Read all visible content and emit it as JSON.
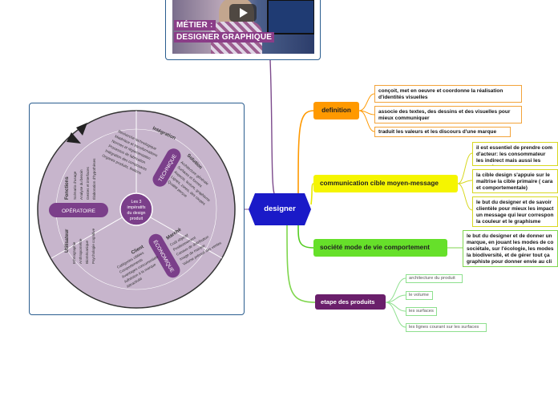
{
  "video": {
    "label_line1": "MÉTIER :",
    "label_line2": "DESIGNER GRAPHIQUE"
  },
  "diagram_image": {
    "center": [
      "Les 3",
      "impératifs",
      "du design",
      "produit"
    ],
    "sectors": {
      "technique": "TECHNIQUE",
      "operatoire": "OPÉRATOIRE",
      "economique": "ÉCONOMIQUE"
    },
    "headings": {
      "integration": "Intégration",
      "solution": "Solution",
      "marche": "Marché",
      "client": "Client",
      "utilisateur": "Utilisateur",
      "fonctions": "Fonctions"
    },
    "integration_items": [
      "Recherche technologique",
      "Matériaux et transformations",
      "Normes et réglementation",
      "Processus de fabrication",
      "Intégration des composants",
      "Organes produits, finitions"
    ],
    "solution_items": [
      "Architecture générale",
      "Surfaces et formes",
      "Aspects, texture, graphisme",
      "Lignes, zones, des coupes",
      "Qualité perçue"
    ],
    "marche_items": [
      "Coût objectif",
      "Positionnement",
      "Canaux de distribution",
      "Image de marque",
      "Volume prévisé des ventes"
    ],
    "client_items": [
      "Catégories ciblées",
      "Comportements",
      "Avantages concurrentiels",
      "Adhésion à la marque",
      "Attractivité"
    ],
    "utilisateur_items": [
      "Ethnographie",
      "Anthropométrie",
      "Biomécanique",
      "Psychologie cognitive"
    ],
    "fonctions_items": [
      "Scénario d'usage",
      "Analyse du besoin",
      "Gestes et interfaces",
      "Élaboration d'hypothèses"
    ]
  },
  "central": {
    "label": "designer"
  },
  "branches": {
    "definition": {
      "label": "definition",
      "items": [
        "conçoit, met en oeuvre et coordonne la réalisation d'identités visuelles",
        "associe des textes, des dessins et des visuelles pour mieux communiquer",
        "traduit les valeurs et les discours d'une marque"
      ]
    },
    "communication": {
      "label": "communication cible moyen-message",
      "items": [
        "il est essentiel de prendre com d'acteur: les consommateur les indirect mais aussi les prescrip",
        "la cible design s'appuie sur le maîtrise la cible primaire ( cara et comportementale)",
        "le but du designer et de savoir clientèle pour mieux les impact un message qui leur correspon la couleur et le graphisme"
      ]
    },
    "societe": {
      "label": "société mode de vie comportement",
      "items": [
        "le but du designer et de donner un marque, en jouant les modes de co sociétale, sur l'écologie, les modes la biodiversité, et de gérer tout ça graphiste pour donner envie au cli"
      ]
    },
    "etape": {
      "label": "etape des produits",
      "items": [
        "architecture du produit",
        "le volume",
        "les surfaces",
        "les lignes courant sur les surfaces"
      ]
    }
  },
  "colors": {
    "definition": "#ff9900",
    "communication": "#f5f500",
    "societe": "#66e02a",
    "etape": "#6a1f6b",
    "central": "#1a1ac8",
    "connector": "#7c4a8c"
  }
}
